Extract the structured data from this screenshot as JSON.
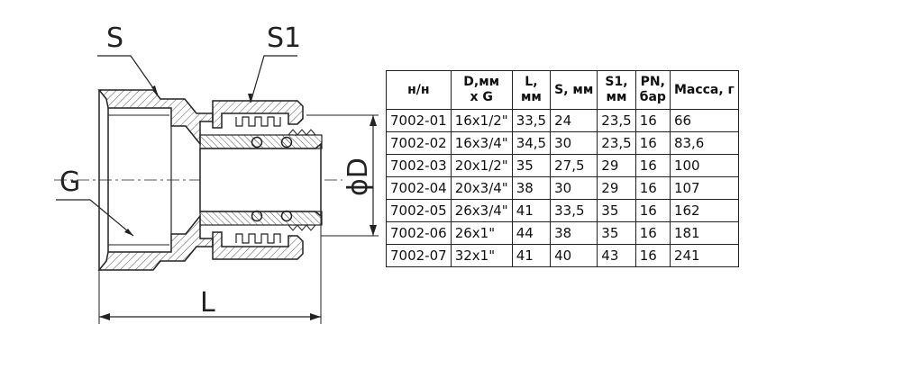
{
  "drawing": {
    "labels": {
      "s": "S",
      "s1": "S1",
      "g": "G",
      "l": "L",
      "d": "ϕD"
    }
  },
  "table": {
    "headers": [
      "н/н",
      "D,мм\nх G",
      "L,\nмм",
      "S, мм",
      "S1,\nмм",
      "PN,\nбар",
      "Масса, г"
    ],
    "rows": [
      [
        "7002-01",
        "16x1/2\"",
        "33,5",
        "24",
        "23,5",
        "16",
        "66"
      ],
      [
        "7002-02",
        "16x3/4\"",
        "34,5",
        "30",
        "23,5",
        "16",
        "83,6"
      ],
      [
        "7002-03",
        "20x1/2\"",
        "35",
        "27,5",
        "29",
        "16",
        "100"
      ],
      [
        "7002-04",
        "20x3/4\"",
        "38",
        "30",
        "29",
        "16",
        "107"
      ],
      [
        "7002-05",
        "26x3/4\"",
        "41",
        "33,5",
        "35",
        "16",
        "162"
      ],
      [
        "7002-06",
        "26x1\"",
        "44",
        "38",
        "35",
        "16",
        "181"
      ],
      [
        "7002-07",
        "32x1\"",
        "41",
        "40",
        "43",
        "16",
        "241"
      ]
    ]
  }
}
